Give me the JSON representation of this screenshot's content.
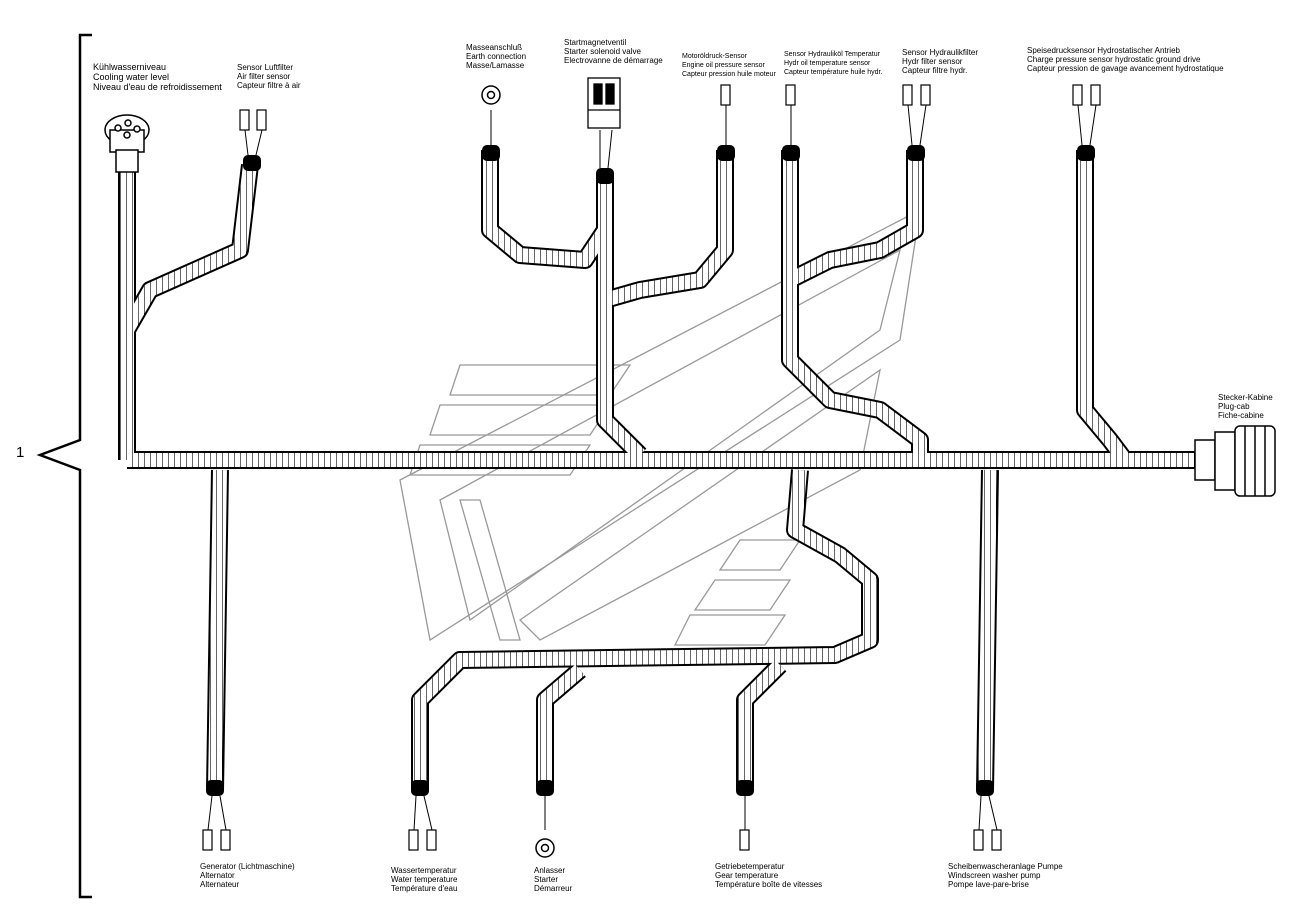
{
  "item_number": "1",
  "labels": {
    "cooling": [
      "Kühlwasserniveau",
      "Cooling water level",
      "Niveau d'eau de refroidissement"
    ],
    "airfilter": [
      "Sensor Luftfilter",
      "Air filter sensor",
      "Capteur filtre à air"
    ],
    "earth": [
      "Masseanschluß",
      "Earth connection",
      "Masse/Lamasse"
    ],
    "startsol": [
      "Startmagnetventil",
      "Starter solenoid valve",
      "Electrovanne de démarrage"
    ],
    "oilpress": [
      "Motoröldruck-Sensor",
      "Engine oil pressure sensor",
      "Capteur pression huile moteur"
    ],
    "hydtemp": [
      "Sensor Hydrauliköl Temperatur",
      "Hydr oil temperature sensor",
      "Capteur température huile hydr."
    ],
    "hydfilter": [
      "Sensor Hydraulikfilter",
      "Hydr filter sensor",
      "Capteur filtre hydr."
    ],
    "charge": [
      "Speisedrucksensor Hydrostatischer Antrieb",
      "Charge pressure sensor hydrostatic ground drive",
      "Capteur pression de gavage avancement hydrostatique"
    ],
    "plugcab": [
      "Stecker-Kabine",
      "Plug-cab",
      "Fiche-cabine"
    ],
    "alternator": [
      "Generator (Lichtmaschine)",
      "Alternator",
      "Alternateur"
    ],
    "watertemp": [
      "Wassertemperatur",
      "Water temperature",
      "Température d'eau"
    ],
    "starter": [
      "Anlasser",
      "Starter",
      "Démarreur"
    ],
    "geartemp": [
      "Getriebetemperatur",
      "Gear temperature",
      "Température boîte de vitesses"
    ],
    "washer": [
      "Scheibenwascheranlage Pumpe",
      "Windscreen washer pump",
      "Pompe lave-pare-brise"
    ]
  }
}
